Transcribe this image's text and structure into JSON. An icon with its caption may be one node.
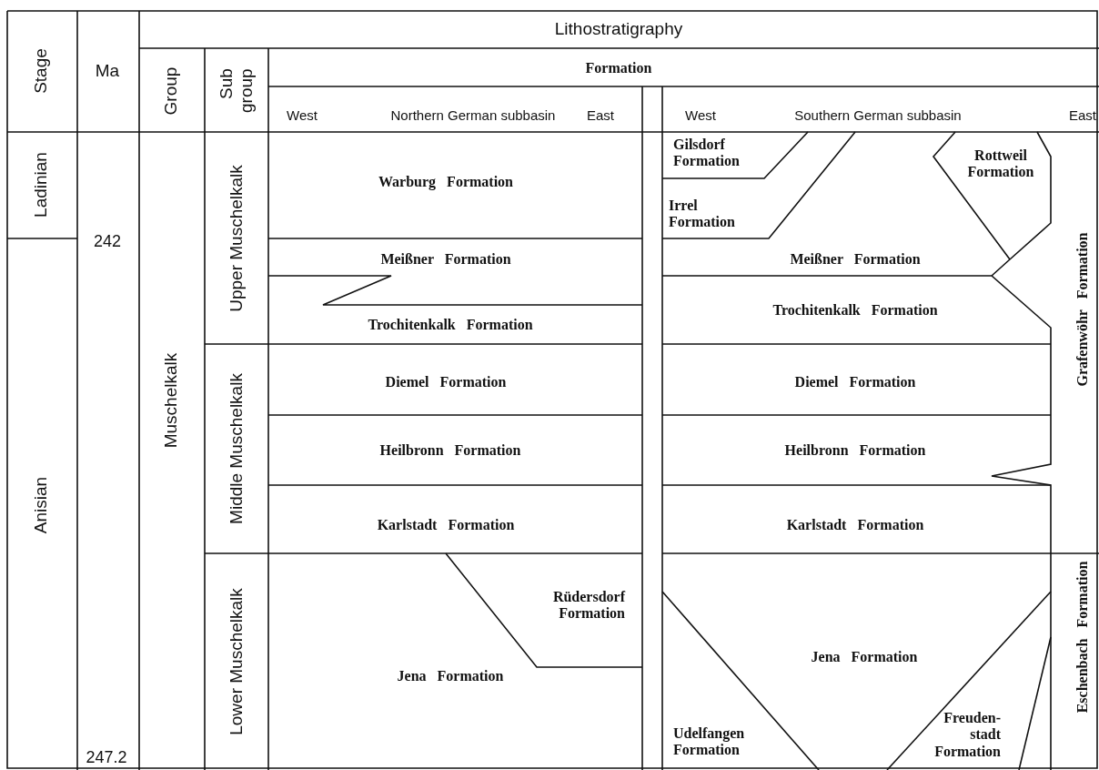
{
  "diagram": {
    "nodes": [
      {
        "text": [
          "Warburg Formation"
        ]
      },
      {
        "text": [
          "Gilsdorf Formation"
        ]
      },
      {
        "text": [
          "Rottweil Formation"
        ]
      },
      {
        "text": [
          "Irrel Formation"
        ]
      },
      {
        "text": [
          "Meißner Formation"
        ]
      },
      {
        "text": [
          "Meißner Formation"
        ]
      },
      {
        "text": [
          "Grafenwöhr Formation"
        ]
      },
      {
        "text": [
          "Trochitenkalk Formation"
        ]
      },
      {
        "text": [
          "Trochitenkalk Formation"
        ]
      },
      {
        "text": [
          "Diemel Formation"
        ]
      },
      {
        "text": [
          "Diemel Formation"
        ]
      },
      {
        "text": [
          "Heilbronn Formation"
        ]
      },
      {
        "text": [
          "Heilbronn Formation"
        ]
      },
      {
        "text": [
          "Karlstadt Formation"
        ]
      },
      {
        "text": [
          "Karlstadt Formation"
        ]
      },
      {
        "text": [
          "Rüdersdorf Formation"
        ]
      },
      {
        "text": [
          "Eschenbach Formation"
        ]
      },
      {
        "text": [
          "Jena Formation"
        ]
      },
      {
        "text": [
          "Jena Formation"
        ]
      },
      {
        "text": [
          "Freuden- stadt Formation"
        ]
      },
      {
        "text": [
          "Udelfangen Formation"
        ]
      }
    ],
    "labels": [
      "Stage",
      "Ma",
      "Lithostratigraphy",
      "Group",
      "Sub group",
      "Formation",
      "West",
      "Northern German subbasin",
      "East",
      "West",
      "Southern German subbasin",
      "East",
      "Ladinian",
      "242",
      "Upper Muschelkalk",
      "Muschelkalk",
      "Middle Muschelkalk",
      "Anisian",
      "Lower Muschelkalk",
      "247.2"
    ]
  }
}
